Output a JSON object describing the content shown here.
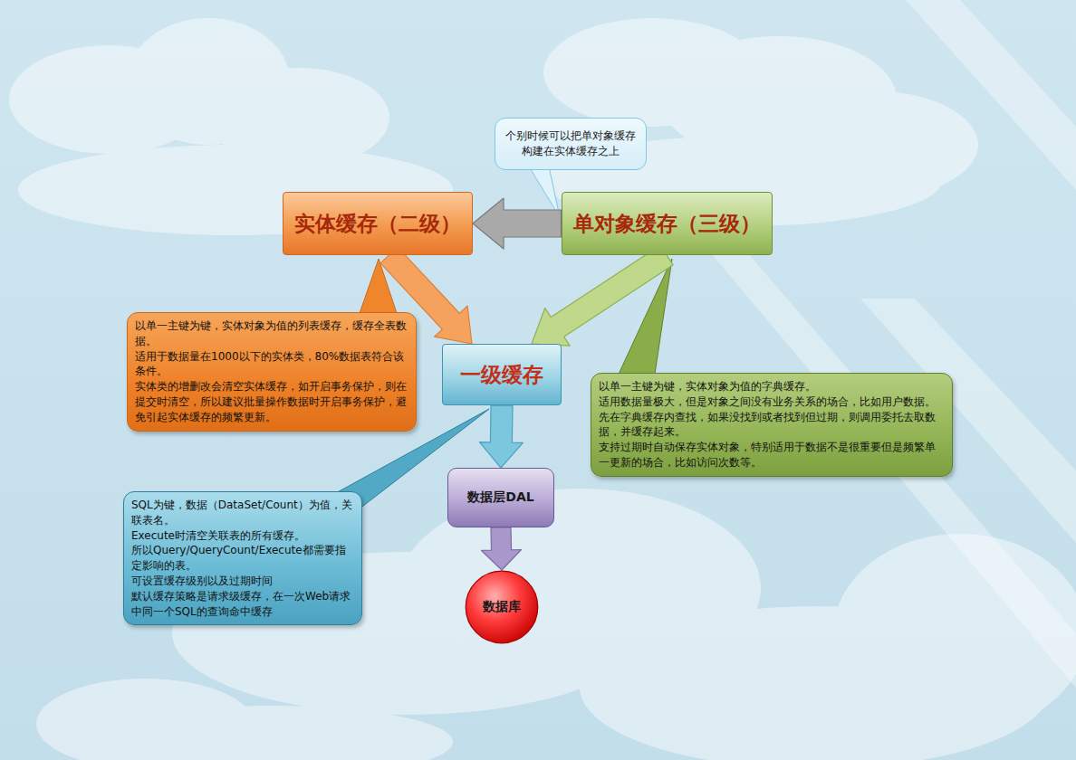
{
  "diagram": {
    "nodes": [
      {
        "text": [
          "个别时候可以把单对象缓存构建在实体缓存之上"
        ]
      },
      {
        "text": [
          "实体缓存（二级）"
        ]
      },
      {
        "text": [
          "单对象缓存（三级）"
        ]
      },
      {
        "text": [
          "以单一主键为键，实体对象为值的列表缓存，缓存全表数据。",
          "适用于数据量在1000以下的实体类，80%数据表符合该条件。",
          "实体类的增删改会清空实体缓存，如开启事务保护，则在提交时清空，所以建议批量操作数据时开启事务保护，避免引起实体缓存的频繁更新。"
        ]
      },
      {
        "text": [
          "一级缓存"
        ]
      },
      {
        "text": [
          "以单一主键为键，实体对象为值的字典缓存。",
          "适用数据量极大，但是对象之间没有业务关系的场合，比如用户数据。",
          "先在字典缓存内查找，如果没找到或者找到但过期，则调用委托去取数据，并缓存起来。",
          "支持过期时自动保存实体对象，特别适用于数据不是很重要但是频繁单一更新的场合，比如访问次数等。"
        ]
      },
      {
        "text": [
          "SQL为键，数据（DataSet/Count）为值，关联表名。",
          "Execute时清空关联表的所有缓存。",
          "所以Query/QueryCount/Execute都需要指定影响的表。",
          "可设置缓存级别以及过期时间",
          "默认缓存策略是请求级缓存，在一次Web请求中同一个SQL的查询命中缓存"
        ]
      },
      {
        "text": [
          "数据层DAL"
        ]
      },
      {
        "text": [
          "数据库"
        ]
      }
    ],
    "edges": [
      {
        "from": 2,
        "to": 1,
        "arrow": "to"
      },
      {
        "from": 1,
        "to": 4,
        "arrow": "to"
      },
      {
        "from": 2,
        "to": 4,
        "arrow": "to"
      },
      {
        "from": 4,
        "to": 7,
        "arrow": "to"
      },
      {
        "from": 7,
        "to": 8,
        "arrow": "to"
      }
    ]
  }
}
